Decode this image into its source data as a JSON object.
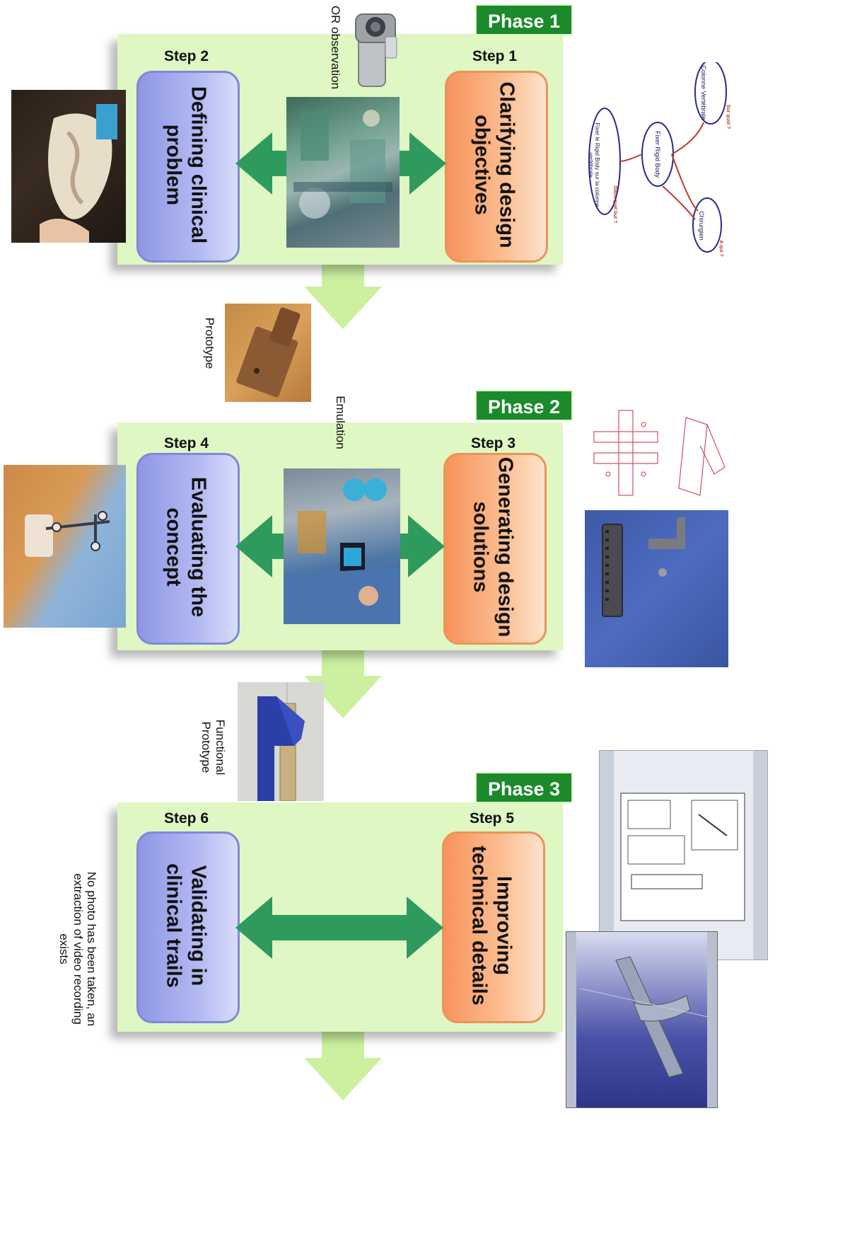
{
  "phases": [
    {
      "tag": "Phase 1",
      "left_step": "Step 2",
      "right_step": "Step 1",
      "left_box": "Defining clinical problem",
      "right_box": "Clarifying design objectives"
    },
    {
      "tag": "Phase 2",
      "left_step": "Step 4",
      "right_step": "Step 3",
      "left_box": "Evaluating the concept",
      "right_box": "Generating design solutions"
    },
    {
      "tag": "Phase 3",
      "left_step": "Step 6",
      "right_step": "Step 5",
      "left_box": "Validating in clinical trails",
      "right_box": "Improving technical details"
    }
  ],
  "captions": {
    "or_observation": "OR observation",
    "prototype": "Prototype",
    "emulation": "Emulation",
    "functional_prototype": "Functional Prototype",
    "no_photo": "No photo has been taken, an extraction of video recording exists"
  },
  "mindmap": {
    "colonne": "Colonne Vertébrale",
    "fixer": "Fixer Rigid Body",
    "fixer_rb": "Fixer le Rigid Body sur la colonne vertébrale",
    "chirurgien": "Chirurgien",
    "sur_quoi": "Sur quoi ?",
    "dans_quel_but": "Dans quel but ?",
    "a_qui": "A qui ?"
  },
  "colors": {
    "panel": "#dff7c2",
    "phase_tag": "#1a8a2a",
    "arrow": "#2e9a5e",
    "flow_arrow": "#ccf0a0",
    "orange_box": "#f7935a",
    "blue_box": "#8f97e6"
  }
}
